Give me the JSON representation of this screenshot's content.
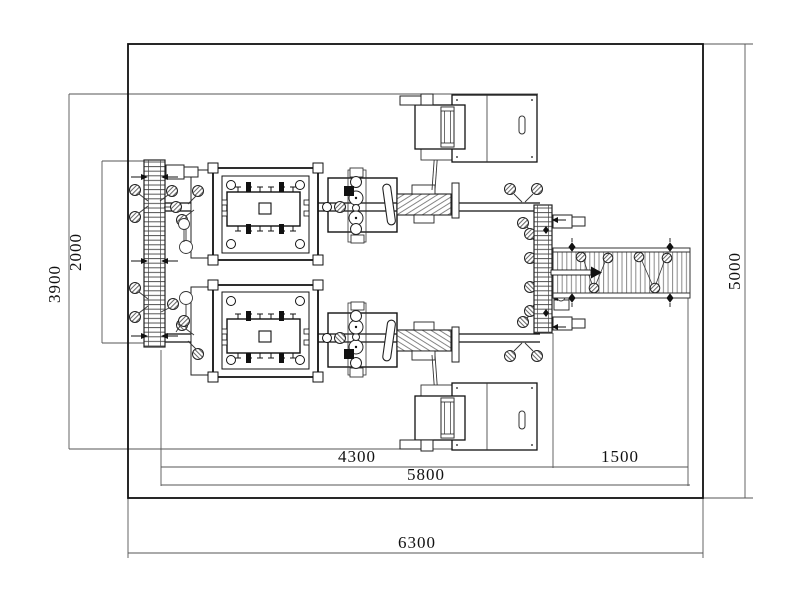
{
  "drawing": {
    "kind": "machine-layout-plan",
    "colors": {
      "background": "#ffffff",
      "line": "#1a1a1a",
      "dim_line": "#555555"
    }
  },
  "dims": {
    "d3900": "3900",
    "d2000": "2000",
    "d5000": "5000",
    "d4300": "4300",
    "d1500": "1500",
    "d5800": "5800",
    "d6300": "6300"
  }
}
